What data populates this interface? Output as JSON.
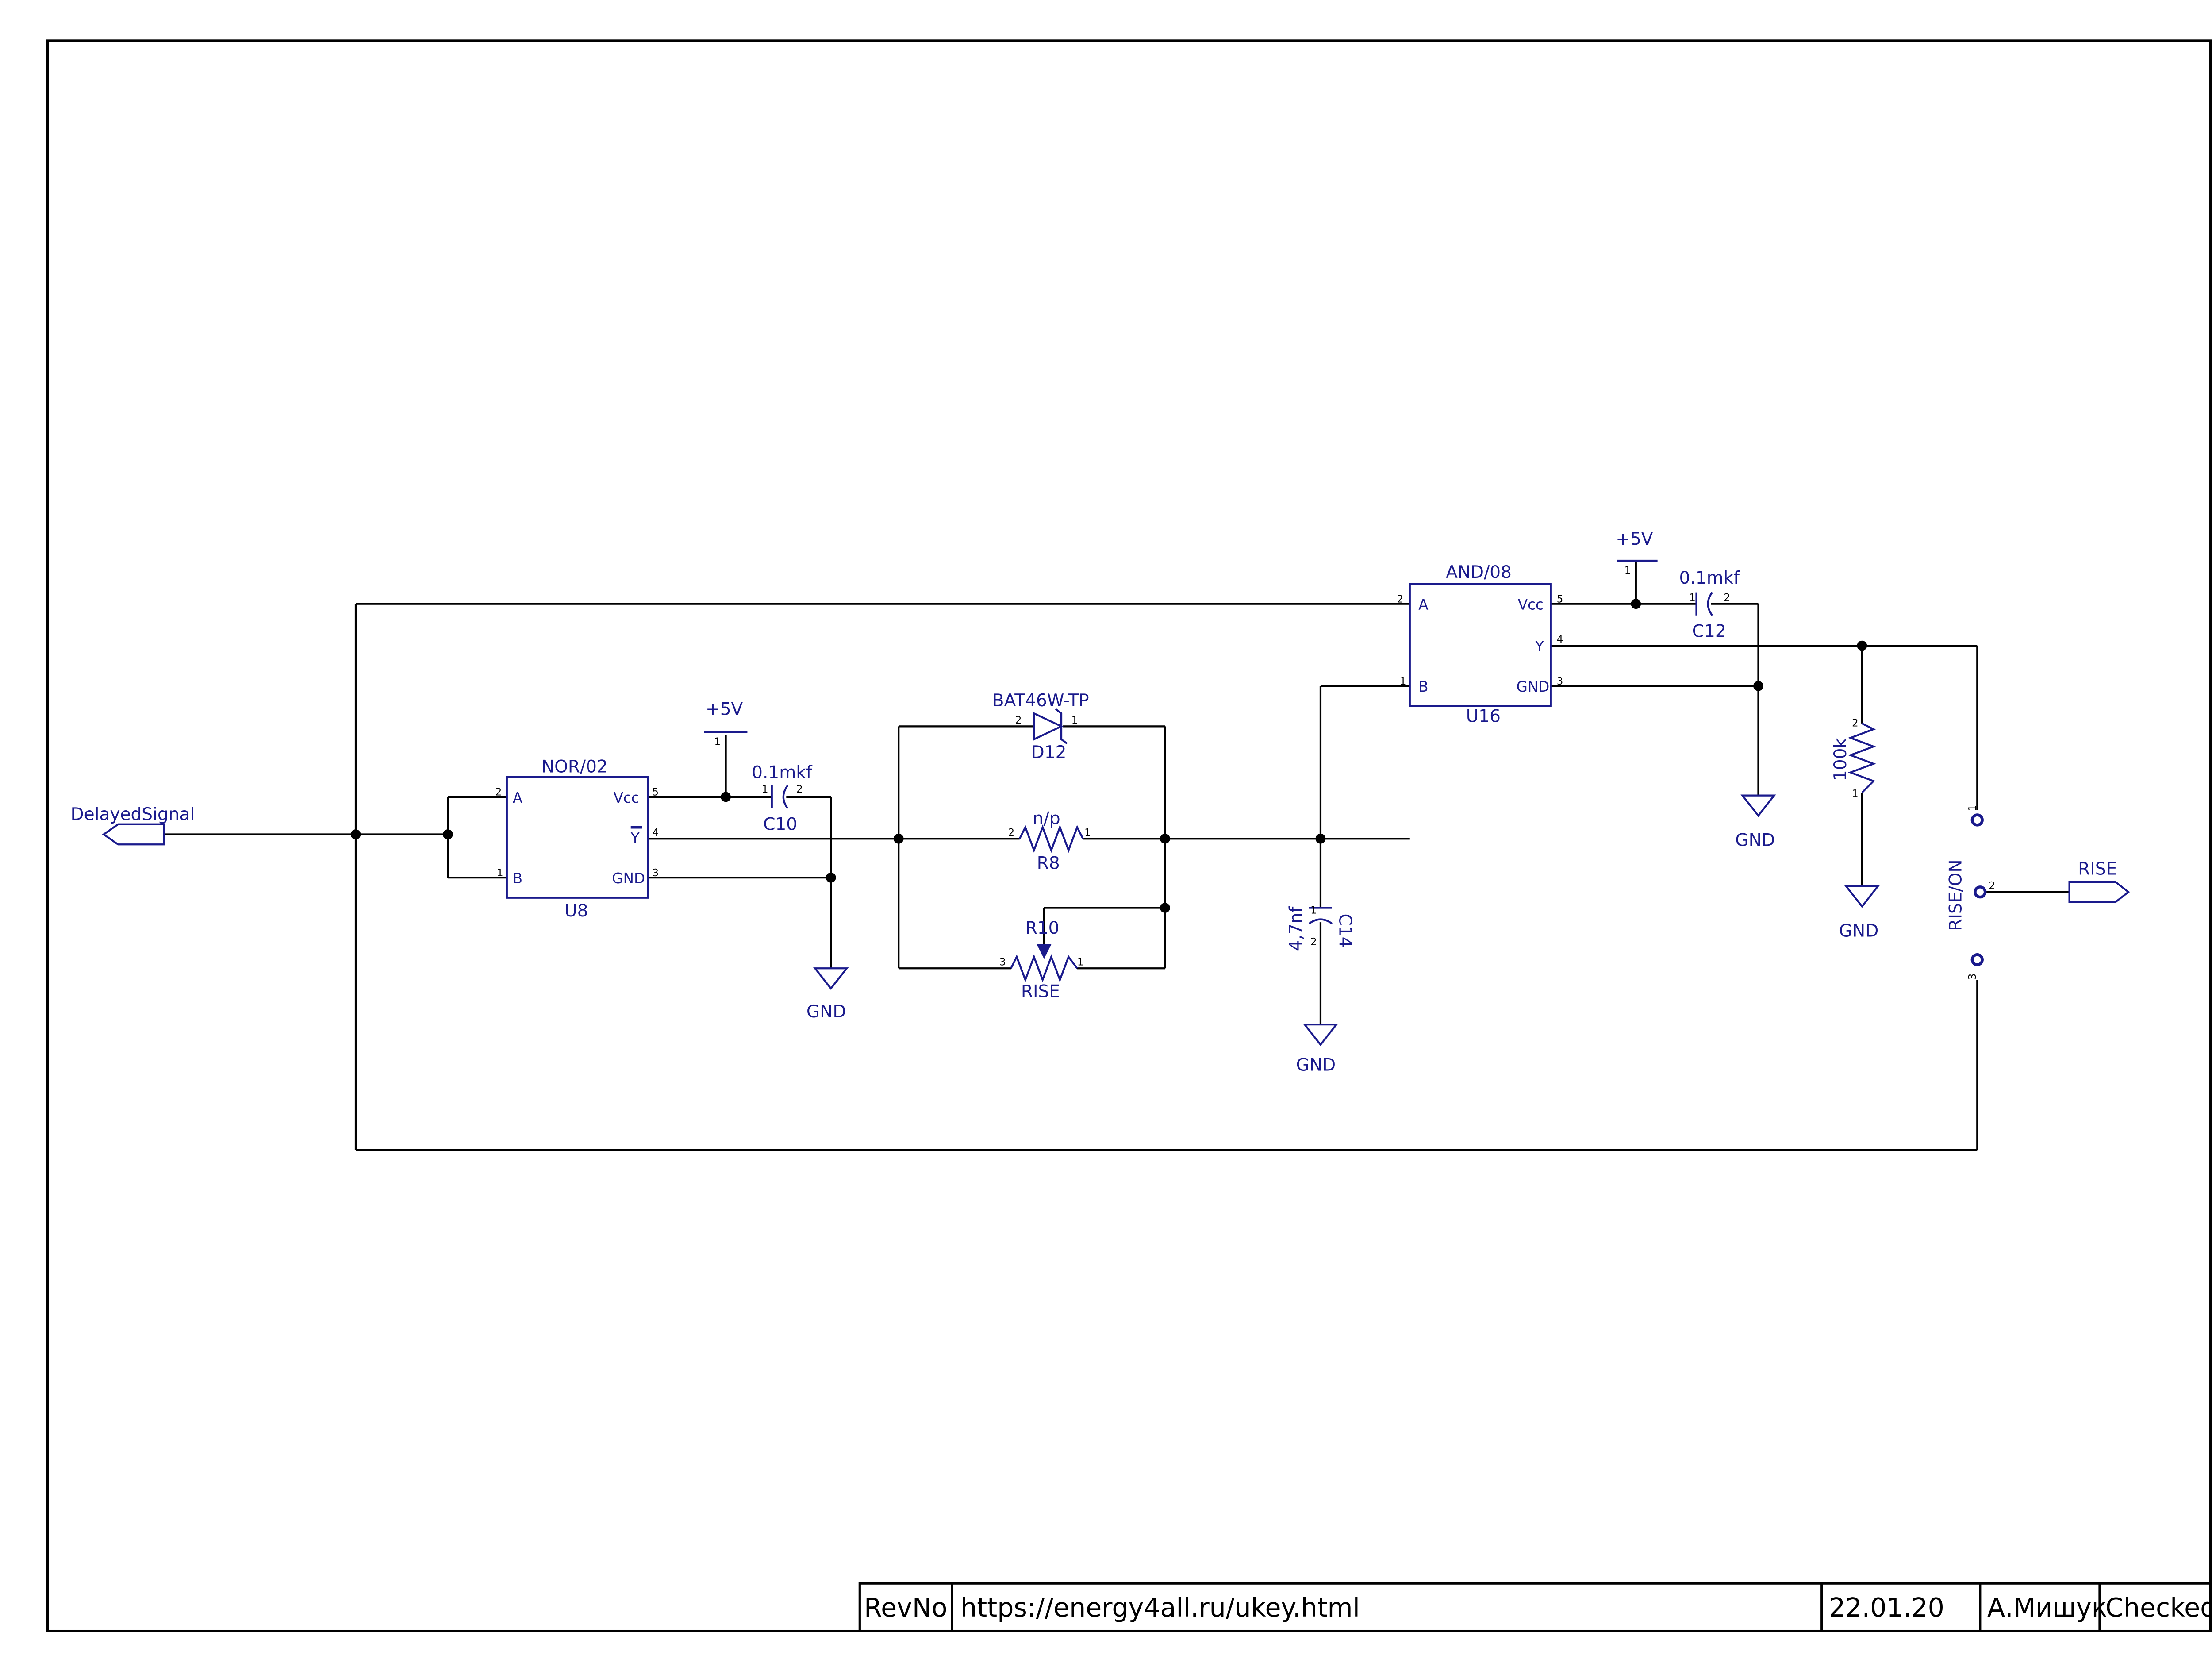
{
  "colors": {
    "wire": "#000000",
    "component": "#1a1a8c",
    "background": "#ffffff"
  },
  "ports": {
    "delayed_signal": "DelayedSignal",
    "rise": "RISE"
  },
  "u8": {
    "type": "NOR/02",
    "ref": "U8",
    "pin_a": "A",
    "pin_b": "B",
    "pin_vcc": "Vcc",
    "pin_y": "Y",
    "pin_gnd": "GND",
    "n_a": "2",
    "n_b": "1",
    "n_vcc": "5",
    "n_y": "4",
    "n_gnd": "3"
  },
  "u16": {
    "type": "AND/08",
    "ref": "U16",
    "pin_a": "A",
    "pin_b": "B",
    "pin_vcc": "Vcc",
    "pin_y": "Y",
    "pin_gnd": "GND",
    "n_a": "2",
    "n_b": "1",
    "n_vcc": "5",
    "n_y": "4",
    "n_gnd": "3"
  },
  "power": {
    "plus5v": "+5V",
    "gnd": "GND",
    "pin1": "1"
  },
  "c10": {
    "ref": "C10",
    "value": "0.1mkf",
    "p1": "1",
    "p2": "2"
  },
  "c12": {
    "ref": "C12",
    "value": "0.1mkf",
    "p1": "1",
    "p2": "2"
  },
  "c14": {
    "ref": "C14",
    "value": "4,7nf",
    "p1": "1",
    "p2": "2"
  },
  "d12": {
    "ref": "D12",
    "value": "BAT46W-TP",
    "p1": "1",
    "p2": "2"
  },
  "r8": {
    "ref": "R8",
    "value": "n/p",
    "p1": "1",
    "p2": "2"
  },
  "r10": {
    "ref": "R10",
    "value": "RISE",
    "p1": "1",
    "p3": "3"
  },
  "r_pull": {
    "value": "100k",
    "p1": "1",
    "p2": "2"
  },
  "switch": {
    "ref": "RISE/ON",
    "p1": "1",
    "p2": "2",
    "p3": "3"
  },
  "title_block": {
    "rev": "RevNo",
    "url": "https://energy4all.ru/ukey.html",
    "date": "22.01.20",
    "author": "А.Мишук",
    "checked": "Checked"
  }
}
